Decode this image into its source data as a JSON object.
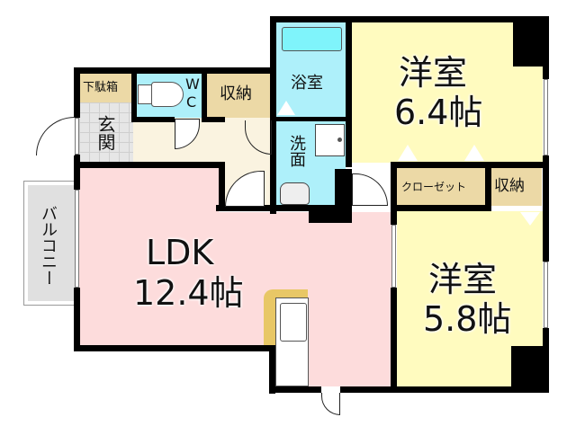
{
  "floor_plan": {
    "rooms": {
      "ldk": {
        "name": "LDK",
        "size": "12.4帖",
        "color": "#fddcdc"
      },
      "western_room_1": {
        "name": "洋室",
        "size": "6.4帖",
        "color": "#fffbbf"
      },
      "western_room_2": {
        "name": "洋室",
        "size": "5.8帖",
        "color": "#fffbbf"
      },
      "bathroom": {
        "name": "浴室",
        "color": "#aef0fa"
      },
      "washroom": {
        "name": "洗面",
        "color": "#aef0fa"
      },
      "toilet": {
        "name": "WC",
        "line1": "W",
        "line2": "C",
        "color": "#aef0fa"
      },
      "entrance": {
        "name": "玄関",
        "color": "#e0e0e0"
      },
      "shoe_box": {
        "name": "下駄箱",
        "color": "#ecd9a6"
      },
      "storage_hall": {
        "name": "収納",
        "color": "#ecd9a6"
      },
      "closet": {
        "name": "クローゼット",
        "color": "#ecd9a6"
      },
      "storage_room": {
        "name": "収納",
        "color": "#ecd9a6"
      },
      "balcony": {
        "name": "バルコニー",
        "color": "#e0e0e0"
      },
      "hallway": {
        "color": "#faf3e0"
      }
    },
    "colors": {
      "wall": "#000000",
      "kitchen_counter": "#e8c766",
      "tub": "#7ff4fb"
    }
  }
}
